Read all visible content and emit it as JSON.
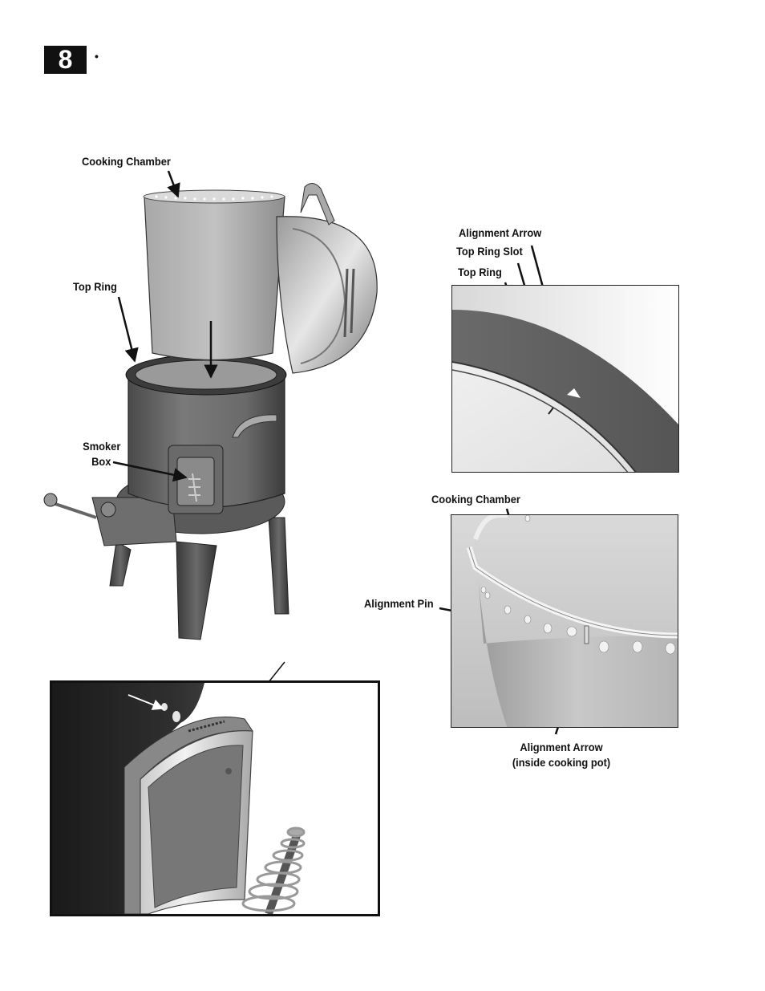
{
  "step": {
    "number": "8",
    "bullet": "•"
  },
  "main_figure": {
    "labels": {
      "cooking_chamber": "Cooking Chamber",
      "top_ring": "Top Ring",
      "smoker_box_line1": "Smoker",
      "smoker_box_line2": "Box"
    }
  },
  "ring_detail": {
    "labels": {
      "alignment_arrow": "Alignment Arrow",
      "top_ring_slot": "Top Ring Slot",
      "top_ring": "Top Ring"
    }
  },
  "chamber_detail": {
    "labels": {
      "cooking_chamber": "Cooking Chamber",
      "alignment_pin": "Alignment Pin",
      "alignment_arrow_line1": "Alignment Arrow",
      "alignment_arrow_line2": "(inside cooking pot)"
    }
  },
  "colors": {
    "background": "#ffffff",
    "ink": "#111111",
    "metal_mid": "#8a8a8a",
    "metal_dark": "#555555",
    "metal_light": "#d8d8d8"
  }
}
